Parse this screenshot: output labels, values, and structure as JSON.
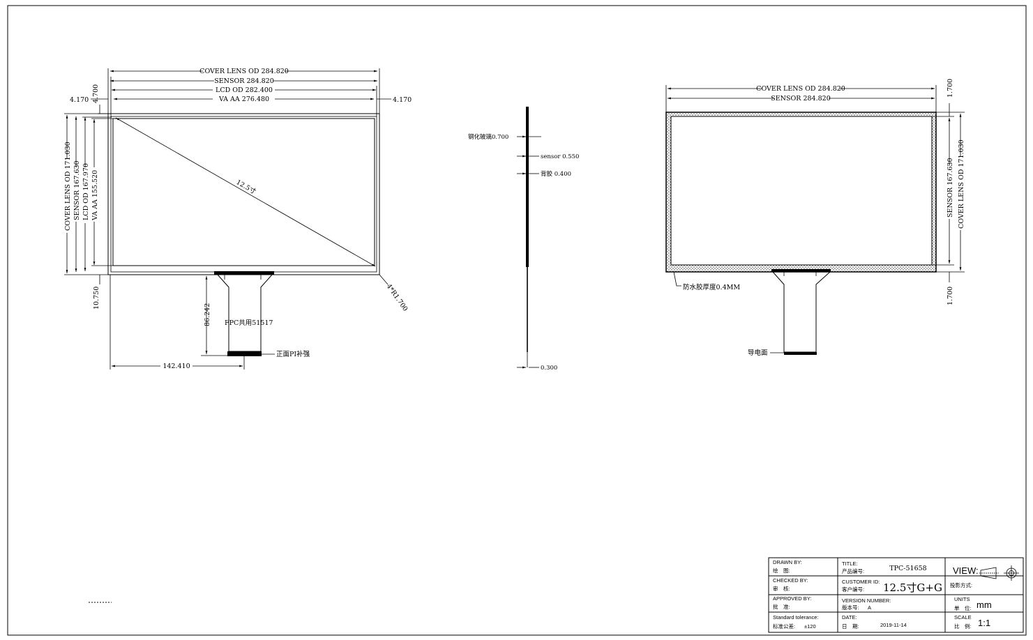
{
  "front_view": {
    "cover_lens_od_w": "COVER LENS OD 284.820",
    "sensor_w": "SENSOR 284.820",
    "lcd_od_w": "LCD OD 282.400",
    "va_aa_w": "VA AA 276.480",
    "top_offset": "4.700",
    "left_offset": "4.170",
    "right_offset": "4.170",
    "cover_lens_od_h": "COVER LENS OD 171.030",
    "sensor_h": "SENSOR 167.630",
    "lcd_od_h": "LCD OD 167.970",
    "va_aa_h": "VA AA 155.520",
    "diagonal": "12.5寸",
    "corner_radius": "4*R1.700",
    "bottom_offset": "10.750",
    "fpc_height": "86.242",
    "fpc_label": "FPC共用51517",
    "stiffener_label": "正面PI补强",
    "fpc_position": "142.410"
  },
  "side_view": {
    "glass": "钢化玻璃0.700",
    "sensor": "sensor 0.550",
    "adhesive": "背胶 0.400",
    "fpc_thickness": "0.300"
  },
  "back_view": {
    "cover_lens_od_w": "COVER LENS OD 284.820",
    "sensor_w": "SENSOR 284.820",
    "top_offset": "1.700",
    "bottom_offset": "1.700",
    "sensor_h": "SENSOR 167.630",
    "cover_lens_od_h": "COVER LENS OD 171.030",
    "waterproof_label": "防水胶厚度0.4MM",
    "conductive_label": "导电面"
  },
  "title_block": {
    "drawn_by_en": "DRAWN BY:",
    "drawn_by_cn": "绘　图:",
    "checked_by_en": "CHECKED BY:",
    "checked_by_cn": "审　核:",
    "approved_by_en": "APPROVED BY:",
    "approved_by_cn": "批　准:",
    "tolerance_en": "Standard tolerance:",
    "tolerance_cn": "标准公差:",
    "tolerance_value": "±120",
    "title_en": "TITLE:",
    "title_cn": "产品编号:",
    "title_value": "TPC-51658",
    "customer_en": "CUSTOMER ID:",
    "customer_cn": "客户编号:",
    "customer_value": "12.5寸G+G",
    "version_en": "VERSION NUMBER:",
    "version_cn": "版本号:",
    "version_value": "A",
    "date_en": "DATE:",
    "date_cn": "日　期:",
    "date_value": "2019-11-14",
    "view_en": "VIEW:",
    "view_cn": "投影方式:",
    "units_en": "UNITS",
    "units_cn": "单　位:",
    "units_value": "mm",
    "scale_en": "SCALE",
    "scale_cn": "比　例:",
    "scale_value": "1:1"
  }
}
